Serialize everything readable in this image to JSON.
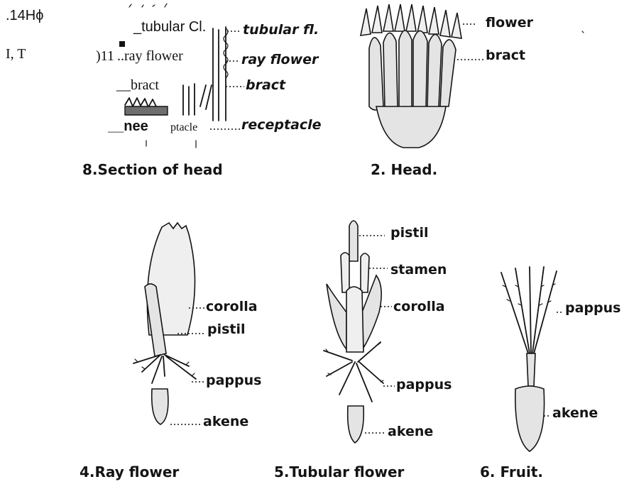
{
  "top_left": {
    "line1": ".14Hϕ",
    "line2": "I, T"
  },
  "section_of_head": {
    "ocr_labels": {
      "tubular": "_tubular Cl.",
      "ray_prefix": ")11",
      "ray": "..ray flower",
      "bract": "__bract",
      "receptacle_bold": "__nee",
      "receptacle_rest": "ptacle"
    },
    "hand_labels": {
      "tubular": "tubular fl.",
      "ray": "ray flower",
      "bract": "bract",
      "receptacle": "receptacle"
    },
    "caption": "8.Section of head"
  },
  "head": {
    "labels": {
      "flower": "flower",
      "bract": "bract"
    },
    "caption": "2. Head."
  },
  "ray_flower": {
    "labels": {
      "corolla": "corolla",
      "pistil": "pistil",
      "pappus": "pappus",
      "akene": "akene"
    },
    "caption": "4.Ray flower"
  },
  "tubular_flower": {
    "labels": {
      "pistil": "pistil",
      "stamen": "stamen",
      "corolla": "corolla",
      "pappus": "pappus",
      "akene": "akene"
    },
    "caption": "5.Tubular flower"
  },
  "fruit": {
    "labels": {
      "pappus": "pappus",
      "akene": "akene"
    },
    "caption": "6. Fruit."
  }
}
